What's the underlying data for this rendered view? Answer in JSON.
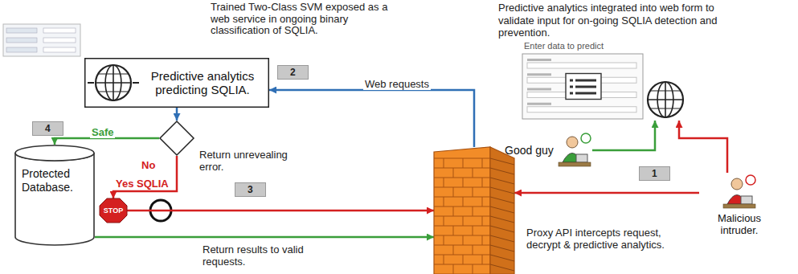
{
  "diagram": {
    "nodes": [
      {
        "text": [
          "Predictive analytics predicting SQLIA."
        ]
      },
      {
        "text": [
          "Predictive analytics integrated into web form to validate input for on-going SQLIA detection and prevention.",
          "Enter data to predict"
        ]
      },
      {
        "text": [
          "No"
        ]
      },
      {
        "text": [
          "Protected Database."
        ]
      },
      {
        "text": [
          "Good guy"
        ]
      },
      {
        "text": [
          "STOP"
        ]
      },
      {
        "text": [
          "Malicious intruder."
        ]
      },
      {
        "text": [
          "Proxy API intercepts request, decrypt & predictive analytics."
        ]
      }
    ],
    "edges": [
      {
        "from": 7,
        "to": 0,
        "arrow": "to",
        "label": "Web requests"
      },
      {
        "from": 0,
        "to": 2,
        "arrow": "to"
      },
      {
        "from": 2,
        "to": 3,
        "arrow": "to",
        "label": "Safe"
      },
      {
        "from": 2,
        "to": 5,
        "arrow": "to",
        "label": "Yes SQLIA"
      },
      {
        "from": 5,
        "to": 7,
        "arrow": "to"
      },
      {
        "from": 3,
        "to": 7,
        "arrow": "to",
        "label": "Return results to valid requests."
      },
      {
        "from": 4,
        "to": 1,
        "arrow": "to"
      },
      {
        "from": 6,
        "to": 1,
        "arrow": "to"
      },
      {
        "from": 6,
        "to": 7,
        "arrow": "to"
      }
    ],
    "labels": [
      "Trained Two-Class SVM exposed as a web service in ongoing binary classification of SQLIA.",
      "2",
      "4",
      "Return unrevealing error.",
      "3",
      "1"
    ]
  }
}
